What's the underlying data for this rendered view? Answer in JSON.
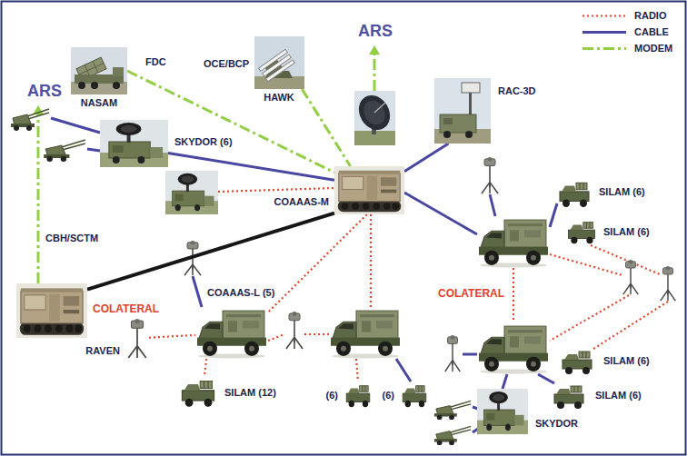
{
  "diagram": {
    "nodes": [
      {
        "text": [
          "NASAM"
        ]
      },
      {
        "text": [
          "HAWK"
        ]
      },
      {
        "text": [
          "RAC-3D"
        ]
      },
      {
        "text": [
          "SKYDOR (6)"
        ]
      },
      {
        "text": [
          "COAAAS-M"
        ]
      },
      {
        "text": [
          "SILAM (6)"
        ]
      },
      {
        "text": [
          "SILAM (6)"
        ]
      },
      {
        "text": [
          "COLATERAL"
        ]
      },
      {
        "text": [
          "COAAAS-L (5)"
        ]
      },
      {
        "text": [
          "RAVEN"
        ]
      },
      {
        "text": [
          "SILAM (12)"
        ]
      },
      {
        "text": [
          "(6)"
        ]
      },
      {
        "text": [
          "(6)"
        ]
      },
      {
        "text": [
          "SILAM (6)"
        ]
      },
      {
        "text": [
          "SILAM (6)"
        ]
      },
      {
        "text": [
          "SKYDOR"
        ]
      }
    ],
    "edges": [
      {
        "from": 0,
        "to": 4,
        "label": "FDC",
        "arrow": "none"
      },
      {
        "from": 1,
        "to": 4,
        "label": "OCE/BCP",
        "arrow": "none"
      },
      {
        "from": 3,
        "to": 4,
        "arrow": "none"
      },
      {
        "from": 4,
        "to": 2,
        "arrow": "none"
      },
      {
        "from": 4,
        "to": 7,
        "arrow": "none"
      },
      {
        "from": 4,
        "to": 8,
        "arrow": "none"
      },
      {
        "from": 9,
        "to": 8,
        "arrow": "none"
      },
      {
        "from": 8,
        "to": 10,
        "arrow": "none"
      }
    ],
    "labels": [
      "ARS",
      "ARS",
      "CBH/SCTM",
      "COLATERAL"
    ],
    "legend": [
      {
        "text": "RADIO"
      },
      {
        "text": "CABLE"
      },
      {
        "text": "MODEM"
      }
    ]
  }
}
